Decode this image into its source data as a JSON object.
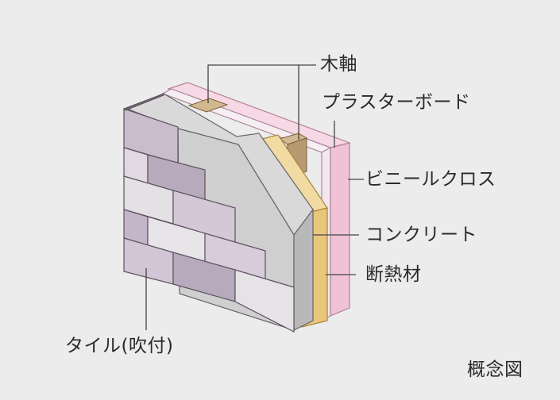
{
  "labels": {
    "wood_frame": "木軸",
    "plasterboard": "プラスターボード",
    "vinyl_cloth": "ビニールクロス",
    "concrete": "コンクリート",
    "insulation": "断熱材",
    "tile": "タイル(吹付)",
    "caption": "概念図"
  },
  "colors": {
    "background": "#ececec",
    "tile": "#cfc6d2",
    "tile_dark": "#b9adbd",
    "tile_light": "#e6e2e6",
    "concrete": "#c9c9c9",
    "insulation": "#e8c67c",
    "wood": "#b79a72",
    "plasterboard": "#f3e9ee",
    "vinyl_cloth": "#f0c6d6",
    "leader_line": "#444444"
  }
}
